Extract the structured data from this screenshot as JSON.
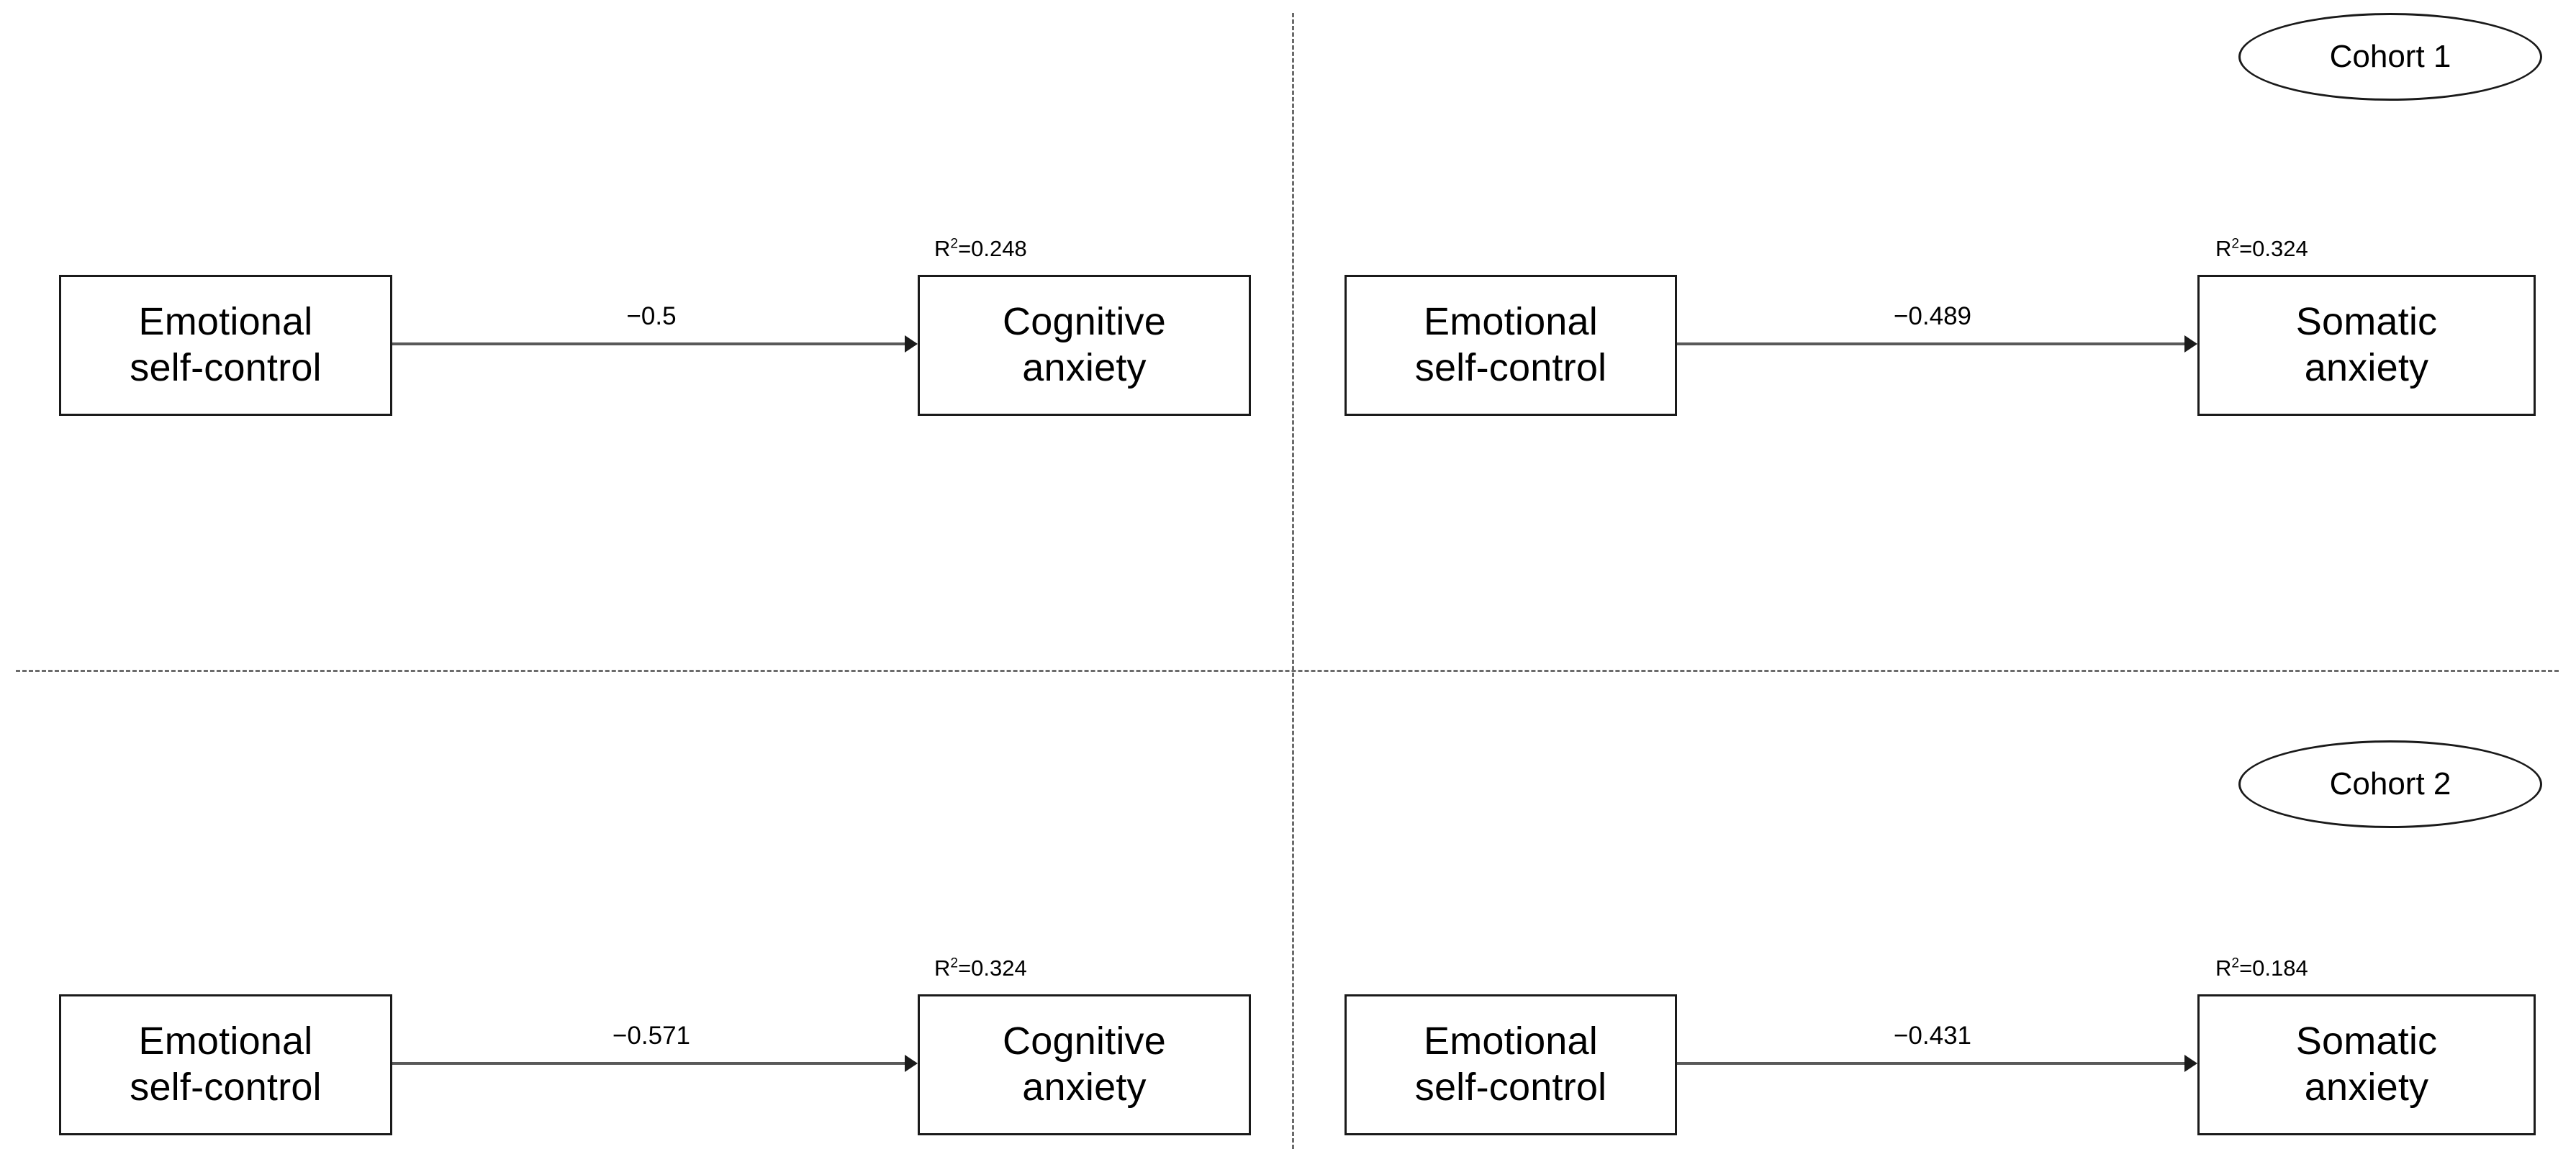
{
  "figure": {
    "title": "Path model of emotional self-control predicting anxiety across two cohorts",
    "background_color": "#ffffff",
    "line_color": "#1a1a1a",
    "divider_color": "#6b6b6b"
  },
  "dividers": {
    "vertical_label": "vertical-dashed-divider",
    "horizontal_label": "horizontal-dashed-divider"
  },
  "cohorts": [
    {
      "id": "cohort-1",
      "label": "Cohort 1"
    },
    {
      "id": "cohort-2",
      "label": "Cohort 2"
    }
  ],
  "panels": [
    {
      "id": "cohort1-cognitive",
      "cohort": "Cohort 1",
      "predictor": {
        "line1": "Emotional",
        "line2": "self-control"
      },
      "outcome": {
        "line1": "Cognitive",
        "line2": "anxiety"
      },
      "path_coefficient": "−0.5",
      "r_squared_prefix": "R",
      "r_squared_exponent": "2",
      "r_squared_value": "=0.248"
    },
    {
      "id": "cohort1-somatic",
      "cohort": "Cohort 1",
      "predictor": {
        "line1": "Emotional",
        "line2": "self-control"
      },
      "outcome": {
        "line1": "Somatic",
        "line2": "anxiety"
      },
      "path_coefficient": "−0.489",
      "r_squared_prefix": "R",
      "r_squared_exponent": "2",
      "r_squared_value": "=0.324"
    },
    {
      "id": "cohort2-cognitive",
      "cohort": "Cohort 2",
      "predictor": {
        "line1": "Emotional",
        "line2": "self-control"
      },
      "outcome": {
        "line1": "Cognitive",
        "line2": "anxiety"
      },
      "path_coefficient": "−0.571",
      "r_squared_prefix": "R",
      "r_squared_exponent": "2",
      "r_squared_value": "=0.324"
    },
    {
      "id": "cohort2-somatic",
      "cohort": "Cohort 2",
      "predictor": {
        "line1": "Emotional",
        "line2": "self-control"
      },
      "outcome": {
        "line1": "Somatic",
        "line2": "anxiety"
      },
      "path_coefficient": "−0.431",
      "r_squared_prefix": "R",
      "r_squared_exponent": "2",
      "r_squared_value": "=0.184"
    }
  ],
  "chart_data": {
    "type": "diagram",
    "title": "Emotional self-control → anxiety path models",
    "nodes": [
      "Emotional self-control",
      "Cognitive anxiety",
      "Somatic anxiety"
    ],
    "groups": [
      "Cohort 1",
      "Cohort 2"
    ],
    "edges": [
      {
        "cohort": "Cohort 1",
        "from": "Emotional self-control",
        "to": "Cognitive anxiety",
        "beta": -0.5,
        "r_squared": 0.248
      },
      {
        "cohort": "Cohort 1",
        "from": "Emotional self-control",
        "to": "Somatic anxiety",
        "beta": -0.489,
        "r_squared": 0.324
      },
      {
        "cohort": "Cohort 2",
        "from": "Emotional self-control",
        "to": "Cognitive anxiety",
        "beta": -0.571,
        "r_squared": 0.324
      },
      {
        "cohort": "Cohort 2",
        "from": "Emotional self-control",
        "to": "Somatic anxiety",
        "beta": -0.431,
        "r_squared": 0.184
      }
    ]
  }
}
